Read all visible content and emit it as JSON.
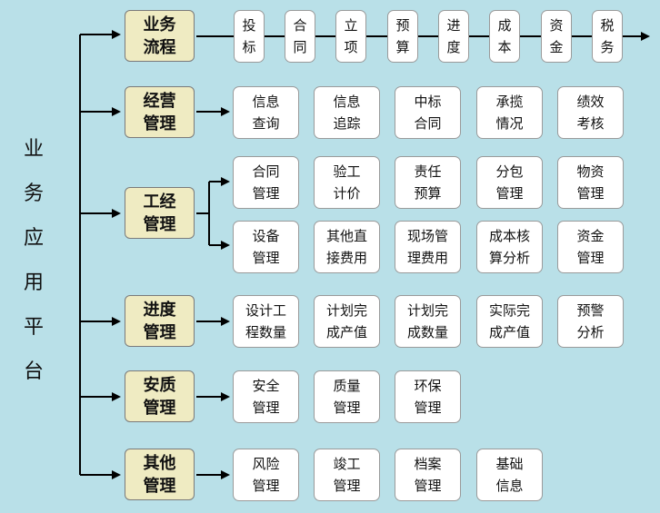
{
  "title": "业务应用平台",
  "groups": {
    "g1": {
      "label": "业务\n流程",
      "items": [
        "投\n标",
        "合\n同",
        "立\n项",
        "预\n算",
        "进\n度",
        "成\n本",
        "资\n金",
        "税\n务"
      ]
    },
    "g2": {
      "label": "经营\n管理",
      "items": [
        "信息\n查询",
        "信息\n追踪",
        "中标\n合同",
        "承揽\n情况",
        "绩效\n考核"
      ]
    },
    "g3": {
      "label": "工经\n管理",
      "row1": [
        "合同\n管理",
        "验工\n计价",
        "责任\n预算",
        "分包\n管理",
        "物资\n管理"
      ],
      "row2": [
        "设备\n管理",
        "其他直\n接费用",
        "现场管\n理费用",
        "成本核\n算分析",
        "资金\n管理"
      ]
    },
    "g4": {
      "label": "进度\n管理",
      "items": [
        "设计工\n程数量",
        "计划完\n成产值",
        "计划完\n成数量",
        "实际完\n成产值",
        "预警\n分析"
      ]
    },
    "g5": {
      "label": "安质\n管理",
      "items": [
        "安全\n管理",
        "质量\n管理",
        "环保\n管理"
      ]
    },
    "g6": {
      "label": "其他\n管理",
      "items": [
        "风险\n管理",
        "竣工\n管理",
        "档案\n管理",
        "基础\n信息"
      ]
    }
  }
}
